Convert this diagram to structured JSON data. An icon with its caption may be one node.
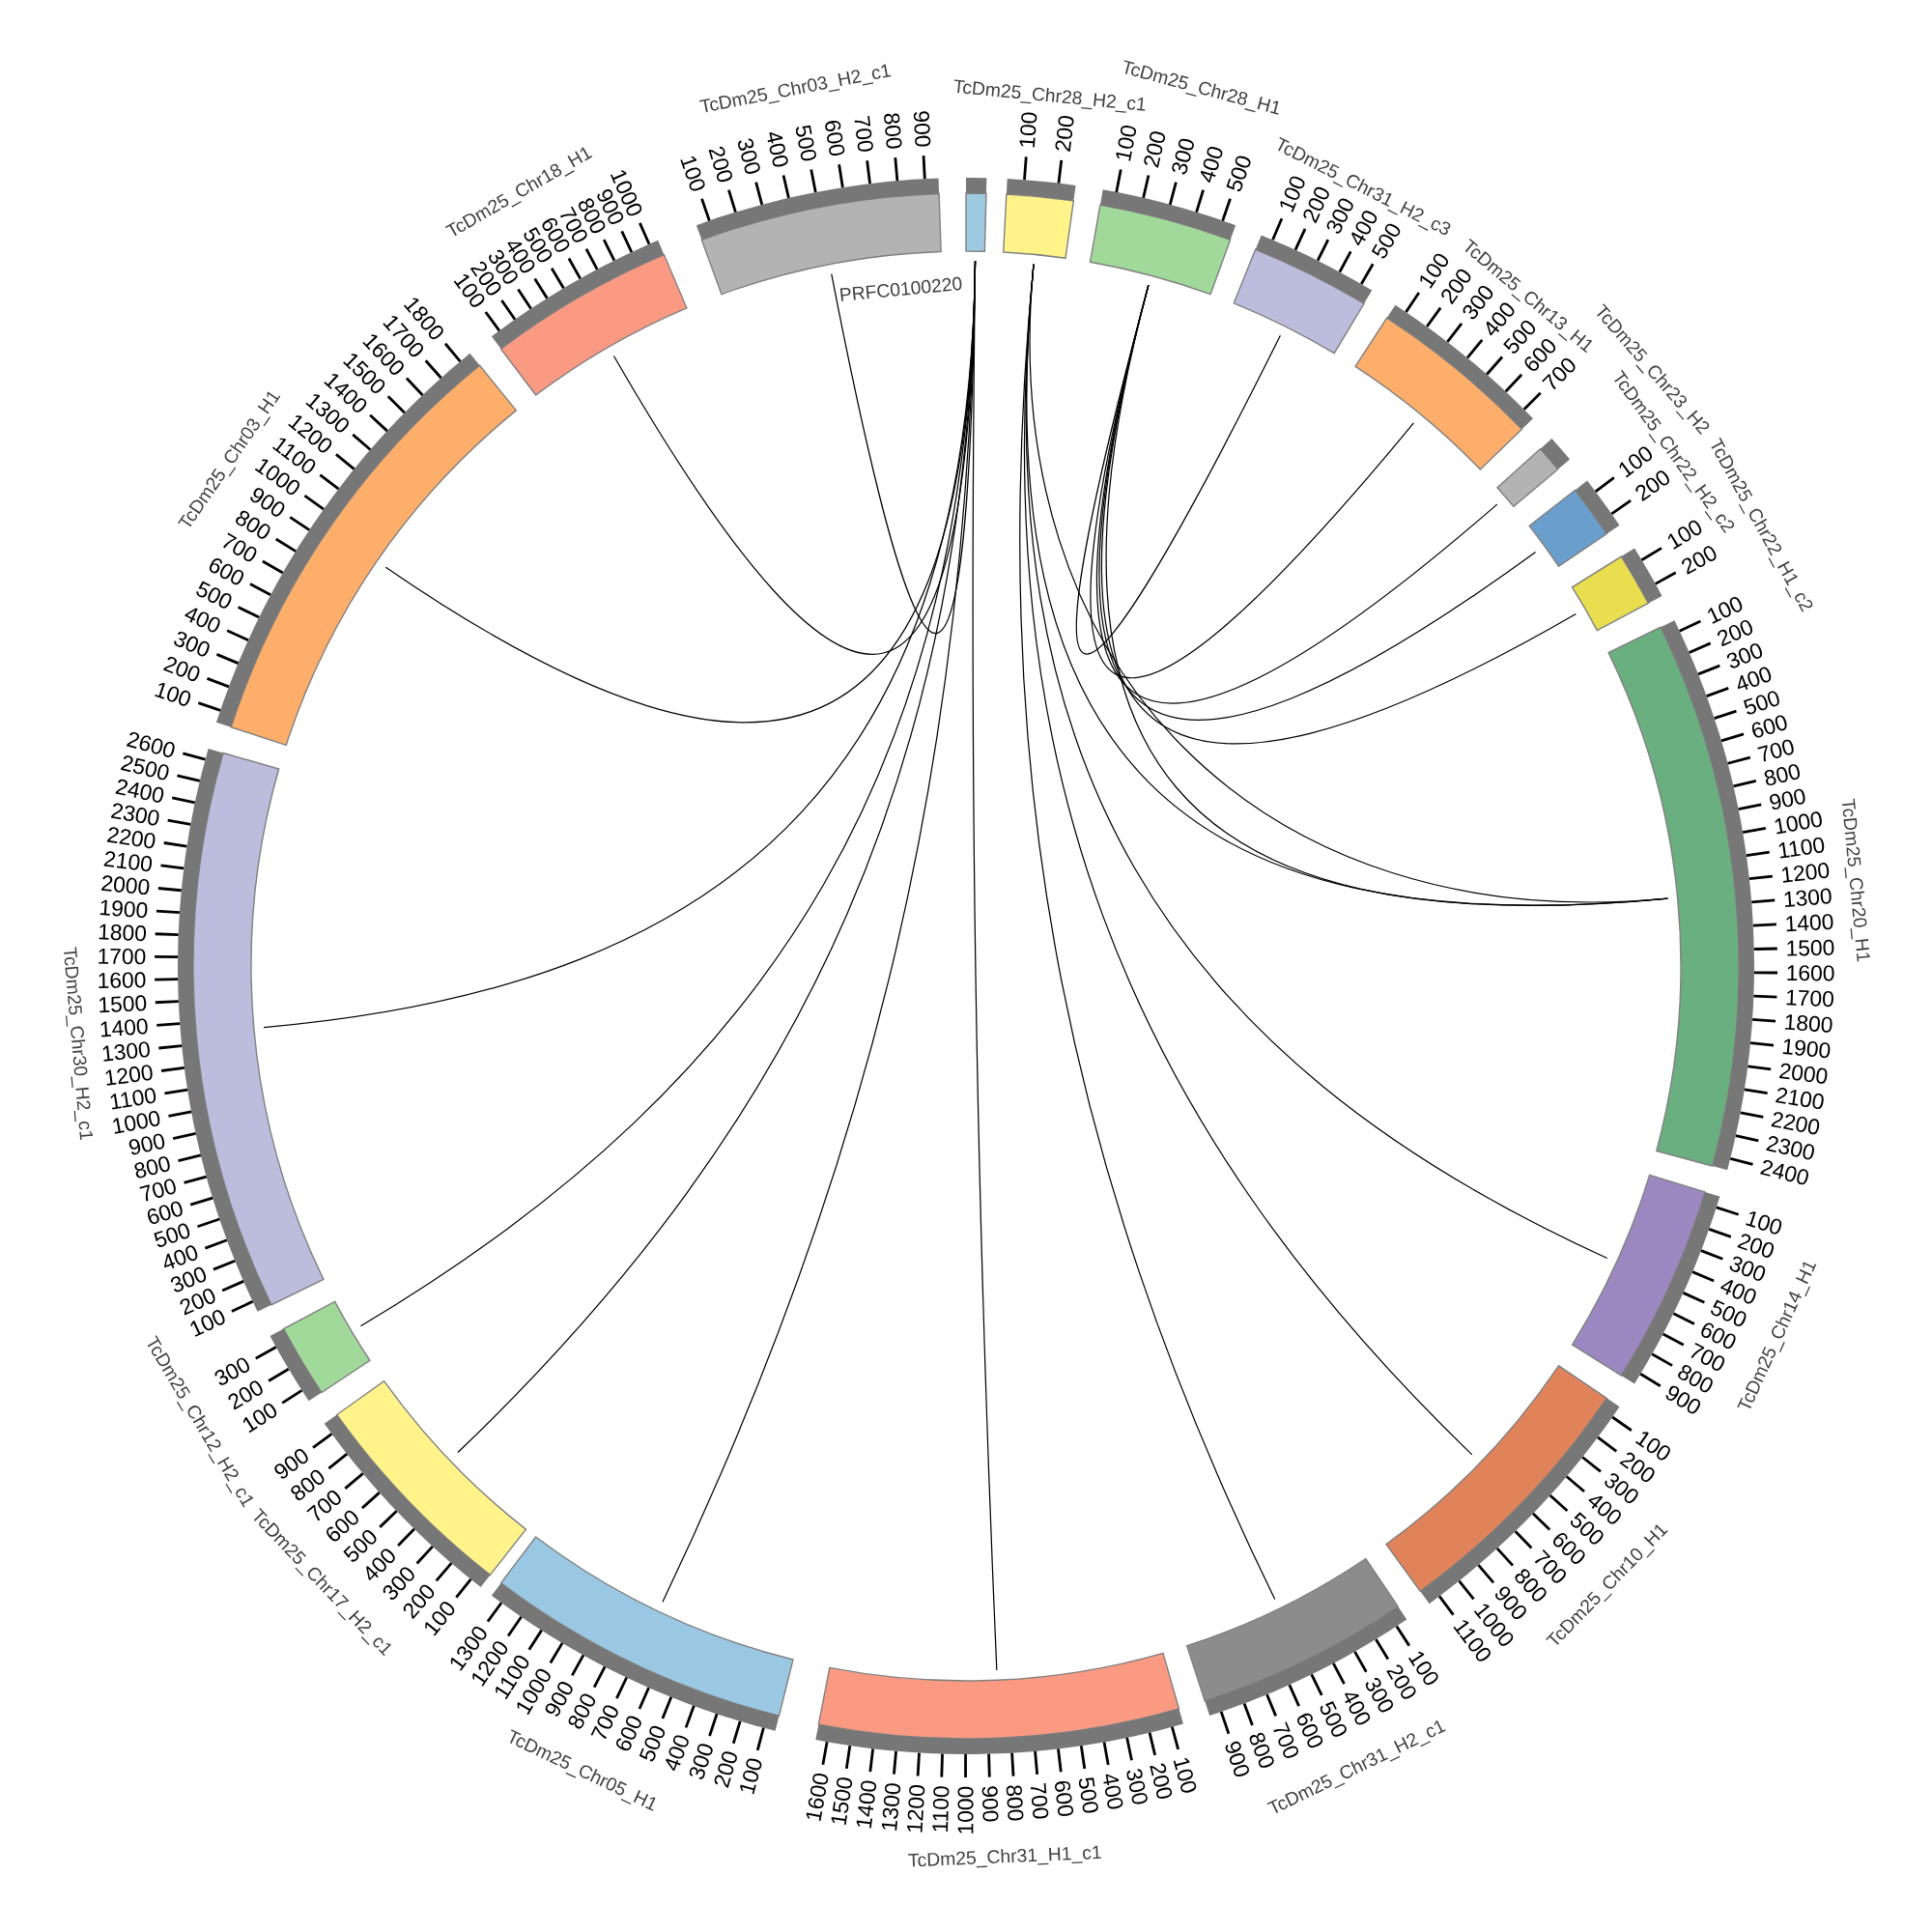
{
  "diagram": {
    "nodes": [
      {
        "text": [
          "PRFC0100220"
        ]
      },
      {
        "text": [
          "TcDm25_Chr28_H2_c1"
        ],
        "beside": [
          "100",
          "200"
        ]
      },
      {
        "text": [
          "TcDm25_Chr28_H1"
        ],
        "beside": [
          "100",
          "200",
          "300",
          "400",
          "500"
        ]
      },
      {
        "text": [
          "TcDm25_Chr31_H2_c3"
        ],
        "beside": [
          "100",
          "200",
          "300",
          "400",
          "500"
        ]
      },
      {
        "text": [
          "TcDm25_Chr13_H1"
        ],
        "beside": [
          "100",
          "200",
          "300",
          "400",
          "500",
          "600",
          "700"
        ]
      },
      {
        "text": [
          "TcDm25_Chr23_H2"
        ]
      },
      {
        "text": [
          "TcDm25_Chr22_H2_c2"
        ],
        "beside": [
          "100",
          "200"
        ]
      },
      {
        "text": [
          "TcDm25_Chr22_H1_c2"
        ],
        "beside": [
          "100",
          "200"
        ]
      },
      {
        "text": [
          "TcDm25_Chr20_H1"
        ],
        "beside": [
          "100",
          "200",
          "300",
          "400",
          "500",
          "600",
          "700",
          "800",
          "900",
          "1000",
          "1100",
          "1200",
          "1300",
          "1400",
          "1500",
          "1600",
          "1700",
          "1800",
          "1900",
          "2000",
          "2100",
          "2200",
          "2300",
          "2400"
        ]
      },
      {
        "text": [
          "TcDm25_Chr14_H1"
        ],
        "beside": [
          "100",
          "200",
          "300",
          "400",
          "500",
          "600",
          "700",
          "800",
          "900"
        ]
      },
      {
        "text": [
          "TcDm25_Chr10_H1"
        ],
        "beside": [
          "100",
          "200",
          "300",
          "400",
          "500",
          "600",
          "700",
          "800",
          "900",
          "1000",
          "1100"
        ]
      },
      {
        "text": [
          "TcDm25_Chr31_H2_c1"
        ],
        "beside": [
          "100",
          "200",
          "300",
          "400",
          "500",
          "600",
          "700",
          "800",
          "900"
        ]
      },
      {
        "text": [
          "TcDm25_Chr31_H1_c1"
        ],
        "beside": [
          "100",
          "200",
          "300",
          "400",
          "500",
          "600",
          "700",
          "800",
          "900",
          "1000",
          "1100",
          "1200",
          "1300",
          "1400",
          "1500",
          "1600"
        ]
      },
      {
        "text": [
          "TcDm25_Chr05_H1"
        ],
        "beside": [
          "100",
          "200",
          "300",
          "400",
          "500",
          "600",
          "700",
          "800",
          "900",
          "1000",
          "1100",
          "1200",
          "1300"
        ]
      },
      {
        "text": [
          "TcDm25_Chr17_H2_c1"
        ],
        "beside": [
          "100",
          "200",
          "300",
          "400",
          "500",
          "600",
          "700",
          "800",
          "900"
        ]
      },
      {
        "text": [
          "TcDm25_Chr12_H2_c1"
        ],
        "beside": [
          "100",
          "200",
          "300"
        ]
      },
      {
        "text": [
          "TcDm25_Chr30_H2_c1"
        ],
        "beside": [
          "100",
          "200",
          "300",
          "400",
          "500",
          "600",
          "700",
          "800",
          "900",
          "1000",
          "1100",
          "1200",
          "1300",
          "1400",
          "1500",
          "1600",
          "1700",
          "1800",
          "1900",
          "2000",
          "2100",
          "2200",
          "2300",
          "2400",
          "2500",
          "2600"
        ]
      },
      {
        "text": [
          "TcDm25_Chr03_H1"
        ],
        "beside": [
          "100",
          "200",
          "300",
          "400",
          "500",
          "600",
          "700",
          "800",
          "900",
          "1000",
          "1100",
          "1200",
          "1300",
          "1400",
          "1500",
          "1600",
          "1700",
          "1800"
        ]
      },
      {
        "text": [
          "TcDm25_Chr18_H1"
        ],
        "beside": [
          "100",
          "200",
          "300",
          "400",
          "500",
          "600",
          "700",
          "800",
          "900",
          "1000"
        ]
      },
      {
        "text": [
          "TcDm25_Chr03_H2_c1"
        ],
        "beside": [
          "100",
          "200",
          "300",
          "400",
          "500",
          "600",
          "700",
          "800",
          "900"
        ]
      }
    ],
    "edges": [
      {
        "from": 0,
        "to": 19,
        "arrow": "none"
      },
      {
        "from": 0,
        "to": 18,
        "arrow": "none"
      },
      {
        "from": 0,
        "to": 17,
        "arrow": "none"
      },
      {
        "from": 0,
        "to": 16,
        "arrow": "none"
      },
      {
        "from": 0,
        "to": 15,
        "arrow": "none"
      },
      {
        "from": 0,
        "to": 14,
        "arrow": "none"
      },
      {
        "from": 0,
        "to": 13,
        "arrow": "none"
      },
      {
        "from": 0,
        "to": 12,
        "arrow": "none"
      },
      {
        "from": 1,
        "to": 11,
        "arrow": "none"
      },
      {
        "from": 1,
        "to": 10,
        "arrow": "none"
      },
      {
        "from": 1,
        "to": 9,
        "arrow": "none"
      },
      {
        "from": 1,
        "to": 8,
        "arrow": "none"
      },
      {
        "from": 1,
        "to": 8,
        "arrow": "none"
      },
      {
        "from": 2,
        "to": 8,
        "arrow": "none"
      },
      {
        "from": 2,
        "to": 7,
        "arrow": "none"
      },
      {
        "from": 2,
        "to": 6,
        "arrow": "none"
      },
      {
        "from": 2,
        "to": 5,
        "arrow": "none"
      },
      {
        "from": 2,
        "to": 4,
        "arrow": "none"
      },
      {
        "from": 2,
        "to": 3,
        "arrow": "none"
      }
    ]
  }
}
